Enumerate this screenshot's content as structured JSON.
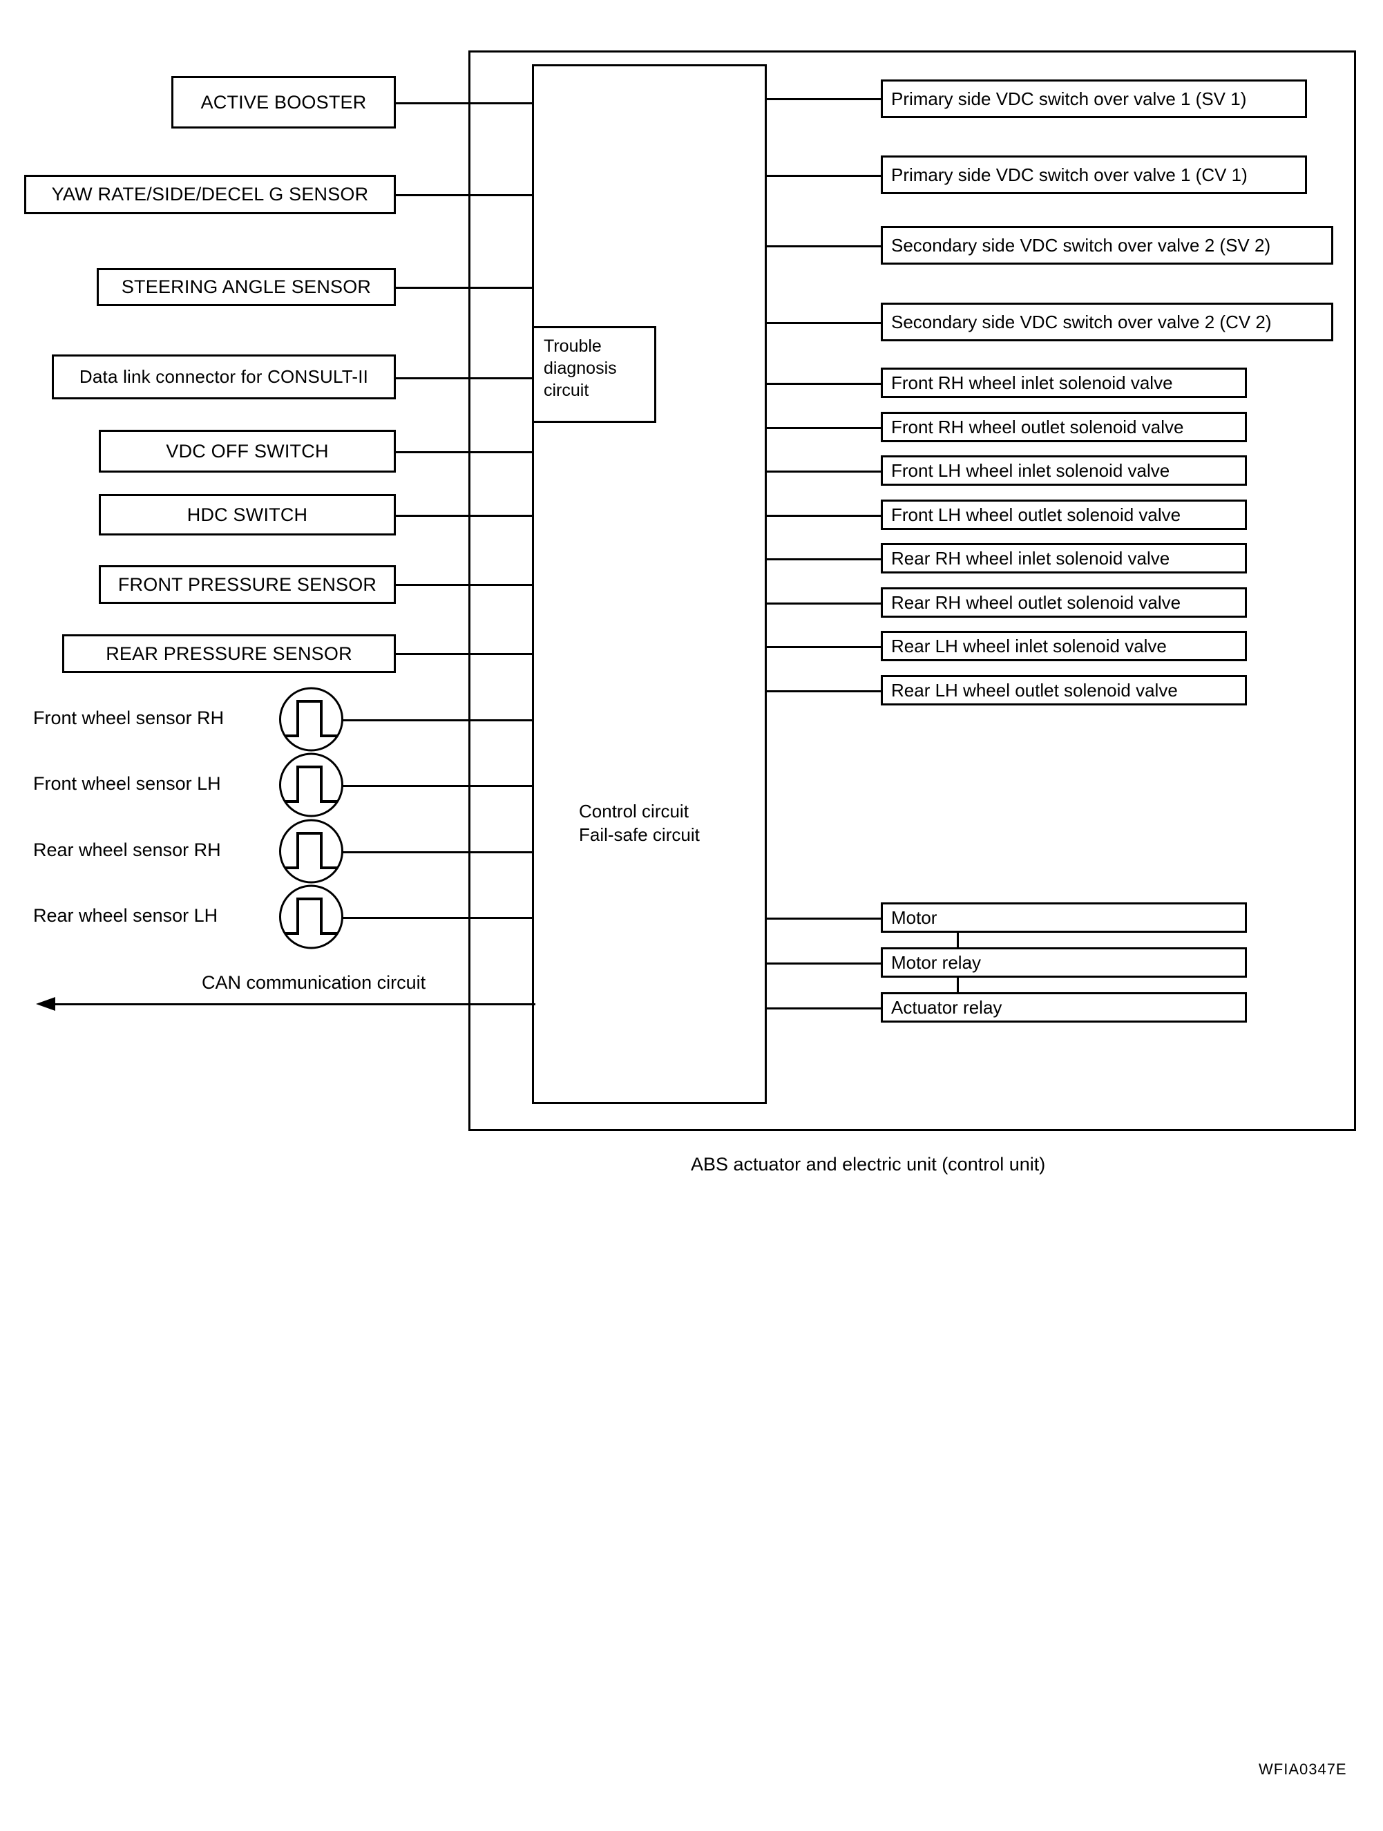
{
  "figure": {
    "caption": "ABS actuator and electric unit (control unit)",
    "code": "WFIA0347E"
  },
  "control_unit": {
    "trouble_diagnosis_label": "Trouble\ndiagnosis\ncircuit",
    "trouble_diagnosis_lines": [
      "Trouble",
      "diagnosis",
      "circuit"
    ],
    "control_circuit_lines": [
      "Control circuit",
      "Fail-safe circuit"
    ]
  },
  "inputs": [
    {
      "label": "ACTIVE BOOSTER",
      "style": "caps"
    },
    {
      "label": "YAW RATE/SIDE/DECEL G SENSOR",
      "style": "caps"
    },
    {
      "label": "STEERING ANGLE SENSOR",
      "style": "caps"
    },
    {
      "label": "Data link connector for CONSULT-II",
      "style": "mixed"
    },
    {
      "label": "VDC OFF SWITCH",
      "style": "caps"
    },
    {
      "label": "HDC SWITCH",
      "style": "caps"
    },
    {
      "label": "FRONT PRESSURE SENSOR",
      "style": "caps"
    },
    {
      "label": "REAR PRESSURE SENSOR",
      "style": "caps"
    }
  ],
  "wheel_sensors": [
    {
      "label": "Front  wheel sensor RH",
      "icon": "pulse-waveform-icon"
    },
    {
      "label": "Front wheel sensor  LH",
      "icon": "pulse-waveform-icon"
    },
    {
      "label": "Rear  wheel sensor RH",
      "icon": "pulse-waveform-icon"
    },
    {
      "label": "Rear wheel sensor  LH",
      "icon": "pulse-waveform-icon"
    }
  ],
  "can_bus": {
    "label": "CAN communication circuit"
  },
  "valves": [
    "Primary side VDC switch over valve 1 (SV 1)",
    "Primary side VDC switch over valve 1 (CV 1)",
    "Secondary side VDC switch over valve 2 (SV 2)",
    "Secondary side VDC switch over valve 2 (CV 2)"
  ],
  "solenoid_valves": [
    "Front RH wheel inlet solenoid valve",
    "Front RH wheel outlet solenoid valve",
    "Front LH wheel inlet solenoid valve",
    "Front LH wheel outlet solenoid valve",
    "Rear RH wheel inlet solenoid valve",
    "Rear RH wheel outlet solenoid valve",
    "Rear LH wheel inlet solenoid valve",
    "Rear LH wheel outlet solenoid valve"
  ],
  "actuators": [
    "Motor",
    "Motor relay",
    "Actuator relay"
  ]
}
